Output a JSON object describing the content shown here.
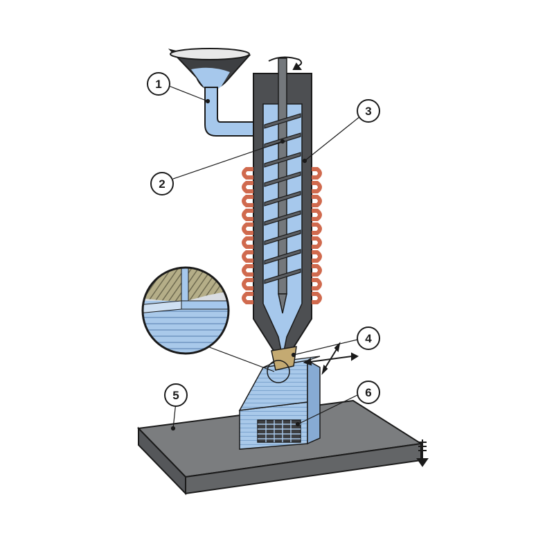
{
  "diagram": {
    "labels": [
      {
        "id": "1",
        "text": "1"
      },
      {
        "id": "2",
        "text": "2"
      },
      {
        "id": "3",
        "text": "3"
      },
      {
        "id": "4",
        "text": "4"
      },
      {
        "id": "5",
        "text": "5"
      },
      {
        "id": "6",
        "text": "6"
      }
    ]
  },
  "colors": {
    "outline": "#1a1a1a",
    "barrel": "#4d4f52",
    "material": "#a6c8ec",
    "material_dark": "#7fa9d4",
    "heater": "#d06a4e",
    "screw": "#707478",
    "platform_top": "#7b7d7f",
    "platform_side": "#5f6163",
    "nozzle_tip": "#c4aa72",
    "inset_hatch": "#8e8a6a"
  },
  "icons": [
    "rotation-arrow-icon",
    "xy-movement-arrows-icon",
    "z-movement-arrow-icon"
  ]
}
